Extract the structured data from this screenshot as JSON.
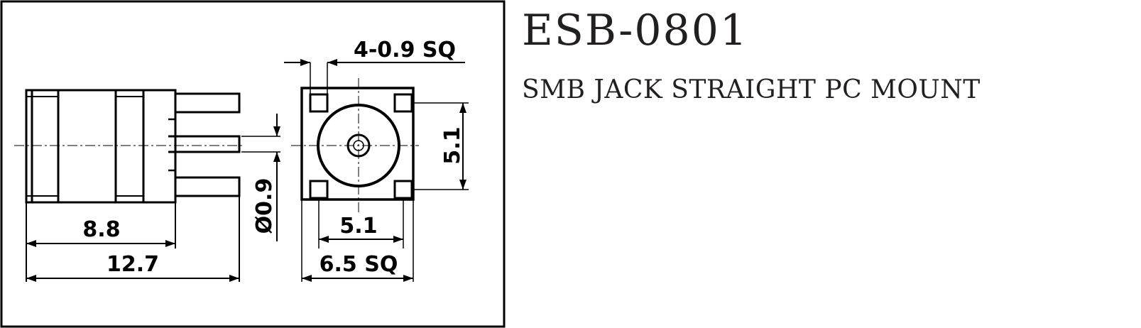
{
  "title": "ESB-0801",
  "subtitle": "SMB JACK STRAIGHT PC MOUNT",
  "dimensions": {
    "pin_sq": "4-0.9 SQ",
    "body_width": "5.1",
    "pin_dia": "Ø0.9",
    "length_body": "8.8",
    "length_total": "12.7",
    "pin_spacing": "5.1",
    "square": "6.5 SQ"
  }
}
